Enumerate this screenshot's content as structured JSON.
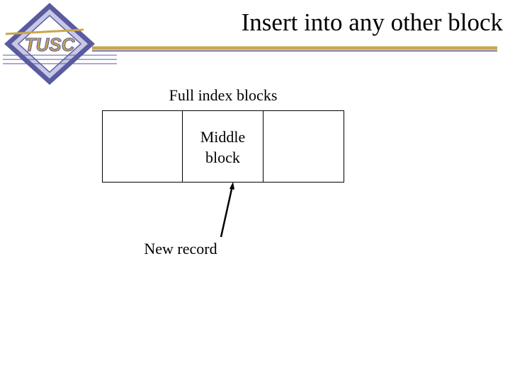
{
  "logo": {
    "text": "TUSC"
  },
  "slide": {
    "title": "Insert into any other block"
  },
  "diagram": {
    "index_label": "Full index blocks",
    "middle_block_line1": "Middle",
    "middle_block_line2": "block",
    "record_label": "New record"
  },
  "colors": {
    "logo_outline": "#5a5aa0",
    "logo_fill": "#c8c8e6",
    "logo_text": "#c8a64b",
    "rule_gold": "#c8a64b",
    "rule_blue": "#5a5aa0"
  }
}
